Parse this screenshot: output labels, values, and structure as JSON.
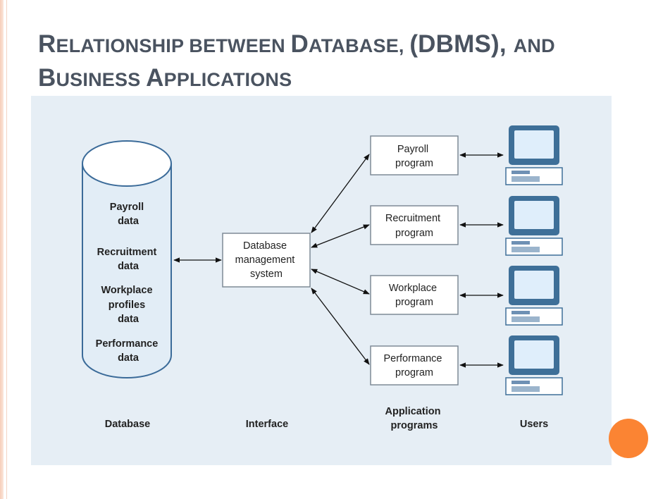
{
  "title": {
    "line1": [
      {
        "cap": "R",
        "rest": "ELATIONSHIP BETWEEN "
      },
      {
        "cap": "D",
        "rest": "ATABASE, "
      },
      {
        "cap": "(DBMS), ",
        "rest": "AND"
      }
    ],
    "line2": [
      {
        "cap": "B",
        "rest": "USINESS "
      },
      {
        "cap": "A",
        "rest": "PPLICATIONS"
      }
    ]
  },
  "database": {
    "items": [
      [
        "Payroll",
        "data"
      ],
      [
        "Recruitment",
        "data"
      ],
      [
        "Workplace",
        "profiles",
        "data"
      ],
      [
        "Performance",
        "data"
      ]
    ]
  },
  "dbms": {
    "lines": [
      "Database",
      "management",
      "system"
    ]
  },
  "programs": [
    [
      "Payroll",
      "program"
    ],
    [
      "Recruitment",
      "program"
    ],
    [
      "Workplace",
      "program"
    ],
    [
      "Performance",
      "program"
    ]
  ],
  "columns": {
    "database": "Database",
    "interface": "Interface",
    "application": [
      "Application",
      "programs"
    ],
    "users": "Users"
  },
  "colors": {
    "title": "#4a5360",
    "panel": "#e6eef5",
    "cylinder_stroke": "#3b6b99",
    "monitor_frame": "#3e6f98",
    "screen": "#dfeefb",
    "accent_dot": "#fb8433"
  }
}
